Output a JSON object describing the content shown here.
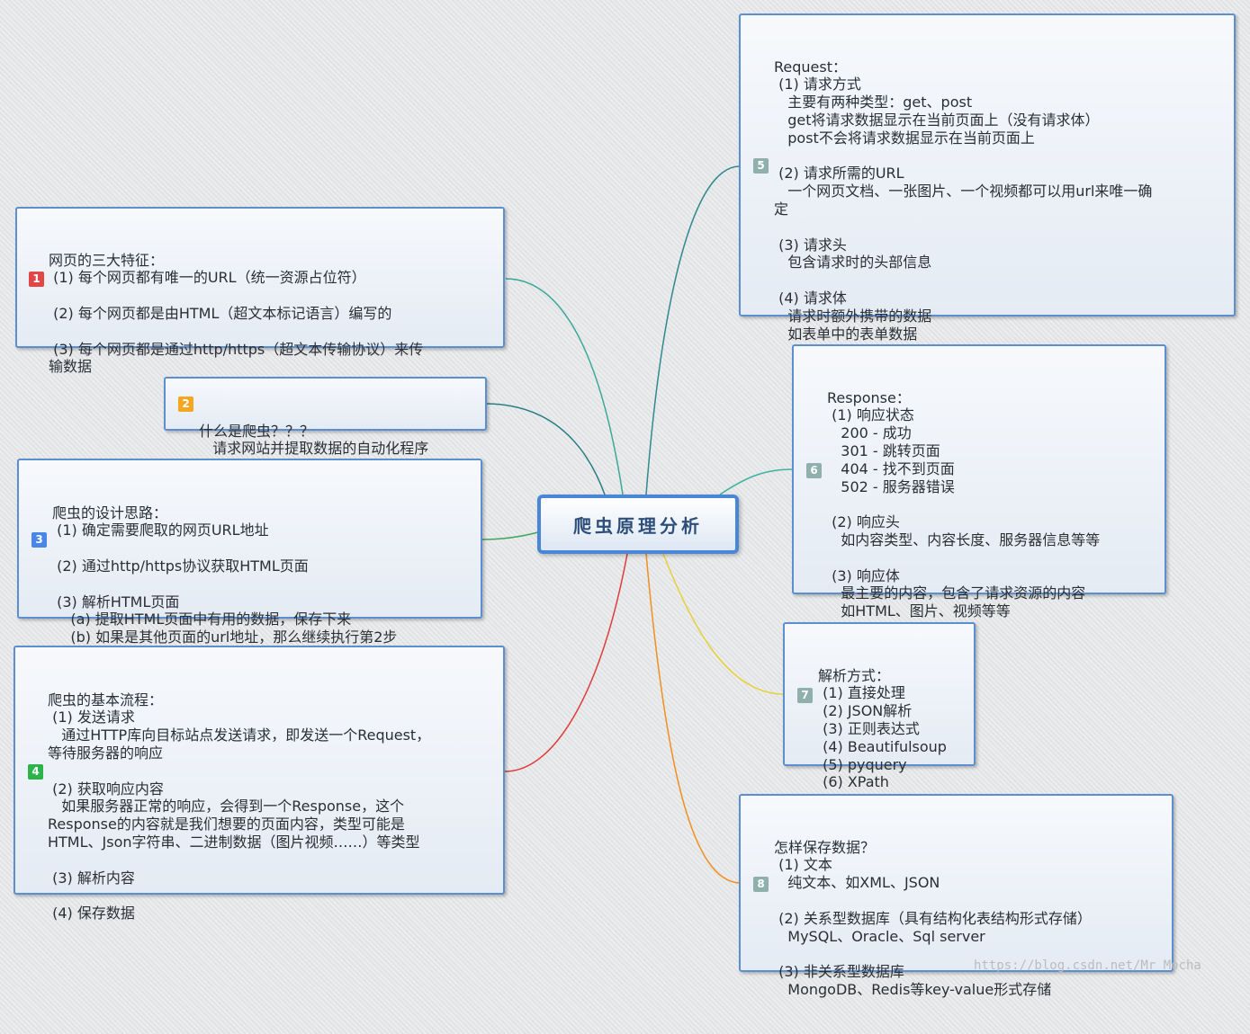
{
  "center_title": "爬虫原理分析",
  "colors": {
    "node_border": "#5b8fd0",
    "b1": "#e04848",
    "b2": "#f5a623",
    "b3": "#4a86e8",
    "b4": "#2ab44a",
    "b5": "#8fb0ad",
    "b6": "#8fb0ad",
    "b7": "#8fb0ad",
    "b8": "#8fb0ad"
  },
  "nodes": [
    {
      "badge": "1",
      "lines": [
        "网页的三大特征：",
        " (1) 每个网页都有唯一的URL（统一资源占位符）",
        "",
        " (2) 每个网页都是由HTML（超文本标记语言）编写的",
        "",
        " (3) 每个网页都是通过http/https（超文本传输协议）来传",
        "输数据"
      ]
    },
    {
      "badge": "2",
      "lines": [
        "什么是爬虫？？？",
        "   请求网站并提取数据的自动化程序"
      ]
    },
    {
      "badge": "3",
      "lines": [
        "爬虫的设计思路：",
        " (1) 确定需要爬取的网页URL地址",
        "",
        " (2) 通过http/https协议获取HTML页面",
        "",
        " (3) 解析HTML页面",
        "    (a) 提取HTML页面中有用的数据，保存下来",
        "    (b) 如果是其他页面的url地址，那么继续执行第2步"
      ]
    },
    {
      "badge": "4",
      "lines": [
        "爬虫的基本流程：",
        " (1) 发送请求",
        "   通过HTTP库向目标站点发送请求，即发送一个Request，",
        "等待服务器的响应",
        "",
        " (2) 获取响应内容",
        "   如果服务器正常的响应，会得到一个Response，这个",
        "Response的内容就是我们想要的页面内容，类型可能是",
        "HTML、Json字符串、二进制数据（图片视频……）等类型",
        "",
        " (3) 解析内容",
        "",
        " (4) 保存数据"
      ]
    },
    {
      "badge": "5",
      "lines": [
        "Request：",
        " (1) 请求方式",
        "   主要有两种类型：get、post",
        "   get将请求数据显示在当前页面上（没有请求体）",
        "   post不会将请求数据显示在当前页面上",
        "",
        " (2) 请求所需的URL",
        "   一个网页文档、一张图片、一个视频都可以用url来唯一确",
        "定",
        "",
        " (3) 请求头",
        "   包含请求时的头部信息",
        "",
        " (4) 请求体",
        "   请求时额外携带的数据",
        "   如表单中的表单数据"
      ]
    },
    {
      "badge": "6",
      "lines": [
        "Response：",
        " (1) 响应状态",
        "   200 - 成功",
        "   301 - 跳转页面",
        "   404 - 找不到页面",
        "   502 - 服务器错误",
        "",
        " (2) 响应头",
        "   如内容类型、内容长度、服务器信息等等",
        "",
        " (3) 响应体",
        "   最主要的内容，包含了请求资源的内容",
        "   如HTML、图片、视频等等"
      ]
    },
    {
      "badge": "7",
      "lines": [
        "解析方式：",
        " (1) 直接处理",
        " (2) JSON解析",
        " (3) 正则表达式",
        " (4) Beautifulsoup",
        " (5) pyquery",
        " (6) XPath"
      ]
    },
    {
      "badge": "8",
      "lines": [
        "怎样保存数据？",
        " (1) 文本",
        "   纯文本、如XML、JSON",
        "",
        " (2) 关系型数据库（具有结构化表结构形式存储）",
        "   MySQL、Oracle、Sql server",
        "",
        " (3) 非关系型数据库",
        "   MongoDB、Redis等key-value形式存储"
      ]
    }
  ],
  "watermark": "https://blog.csdn.net/Mr_Mocha"
}
